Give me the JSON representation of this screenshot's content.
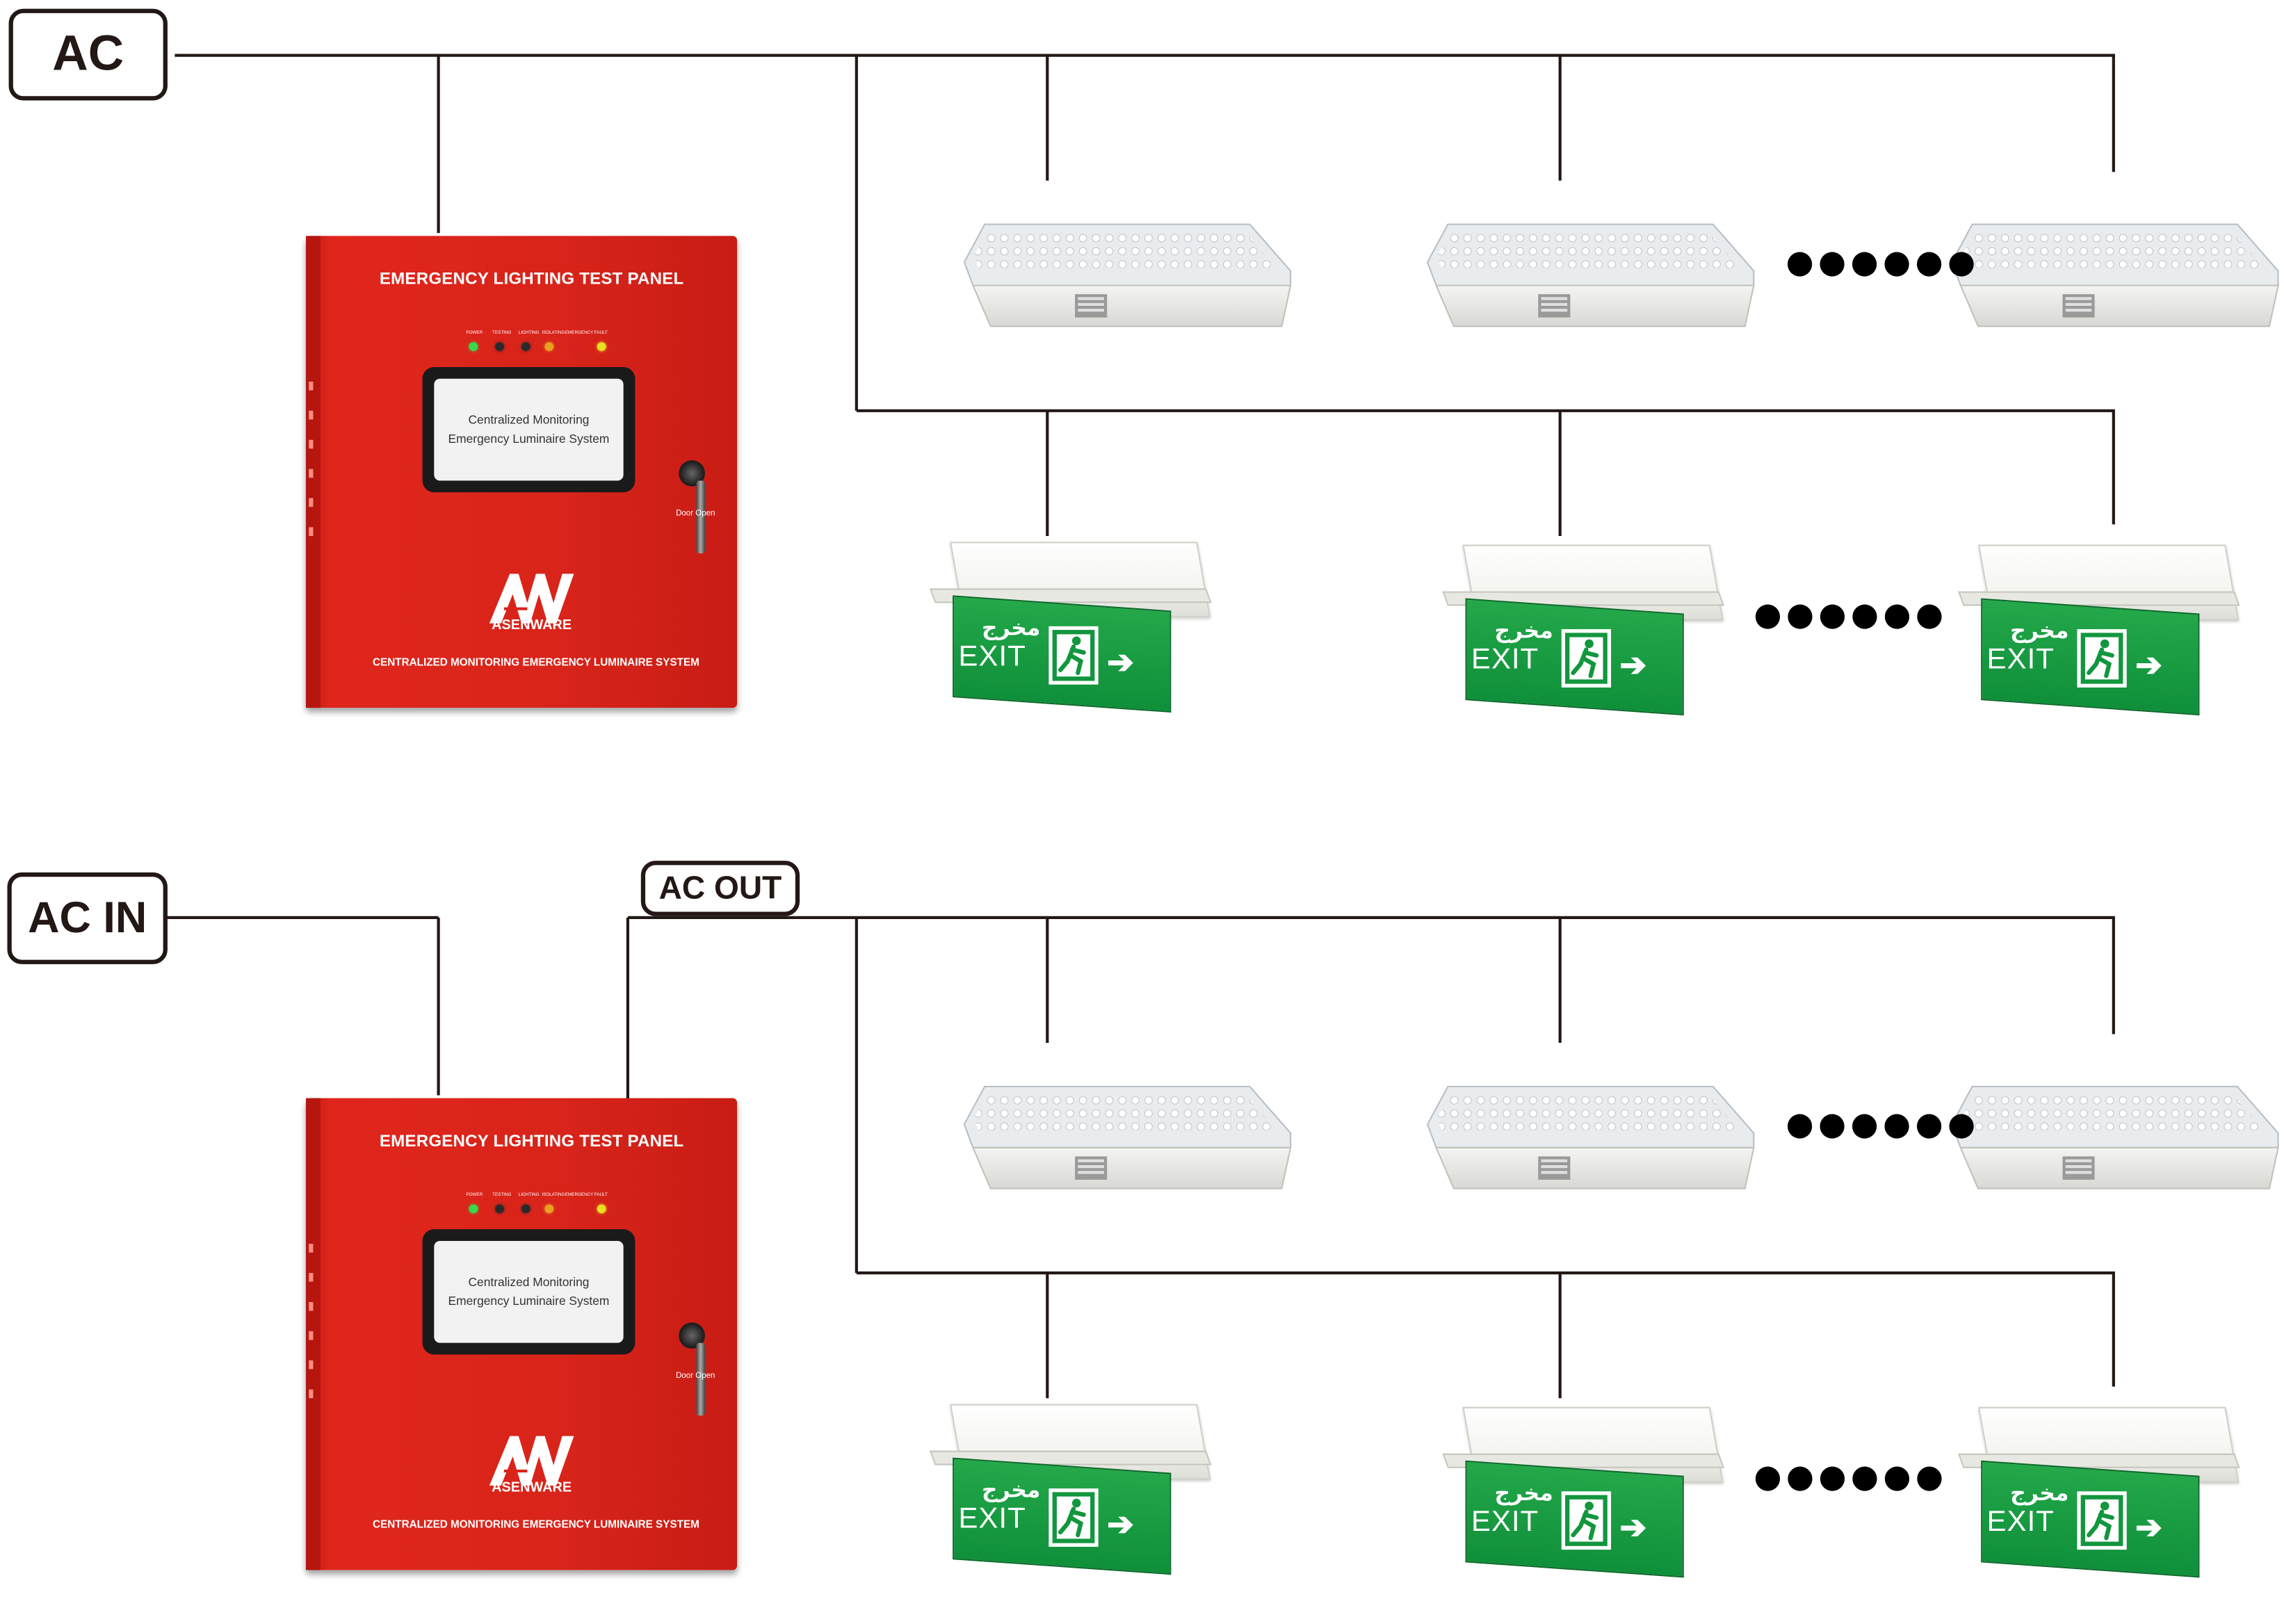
{
  "labels": {
    "ac": "AC",
    "ac_in": "AC IN",
    "ac_out": "AC OUT"
  },
  "panel": {
    "title": "EMERGENCY LIGHTING TEST PANEL",
    "screen_line1": "Centralized Monitoring",
    "screen_line2": "Emergency Luminaire System",
    "door": "Door Open",
    "brand": "ASENWARE",
    "footer": "CENTRALIZED MONITORING EMERGENCY LUMINAIRE SYSTEM",
    "leds": [
      "POWER",
      "TESTING",
      "LIGHTING",
      "ISOLATING",
      "EMERGENCY",
      "FAULT"
    ],
    "led_colors": [
      "#39d94a",
      "#2a2a2a",
      "#2a2a2a",
      "#e8a020",
      "#d82020",
      "#e8e020"
    ]
  },
  "exit_sign": {
    "arabic": "مخرج",
    "text": "EXIT",
    "arrow": "➔"
  },
  "dots": "●●●●●●",
  "colors": {
    "line": "#231815",
    "panel_red": "#d8241a",
    "sign_green": "#12963e"
  }
}
